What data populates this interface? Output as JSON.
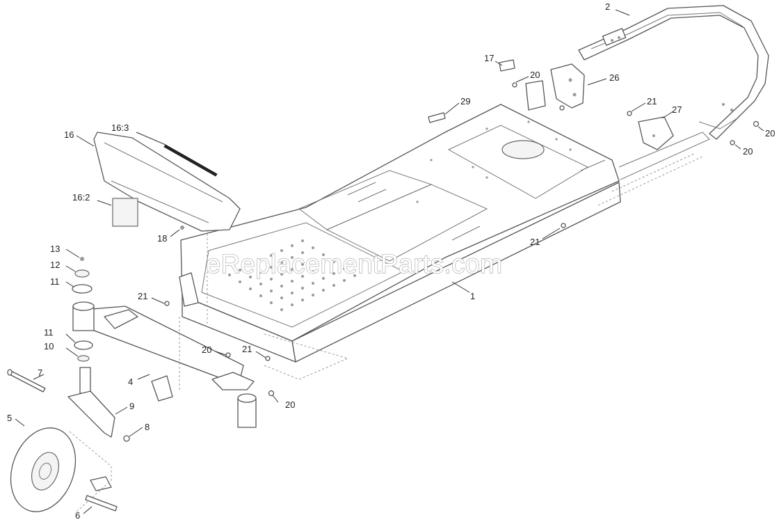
{
  "watermark": "eReplacementParts.com",
  "callouts": {
    "c1": "1",
    "c2": "2",
    "c4": "4",
    "c5": "5",
    "c6": "6",
    "c7": "7",
    "c8": "8",
    "c9": "9",
    "c10": "10",
    "c11a": "11",
    "c11b": "11",
    "c12": "12",
    "c13": "13",
    "c16": "16",
    "c16_2": "16:2",
    "c16_3": "16:3",
    "c17": "17",
    "c18": "18",
    "c20a": "20",
    "c20b": "20",
    "c20c": "20",
    "c20d": "20",
    "c20e": "20",
    "c21a": "21",
    "c21b": "21",
    "c21c": "21",
    "c21d": "21",
    "c26": "26",
    "c27": "27",
    "c29": "29"
  }
}
